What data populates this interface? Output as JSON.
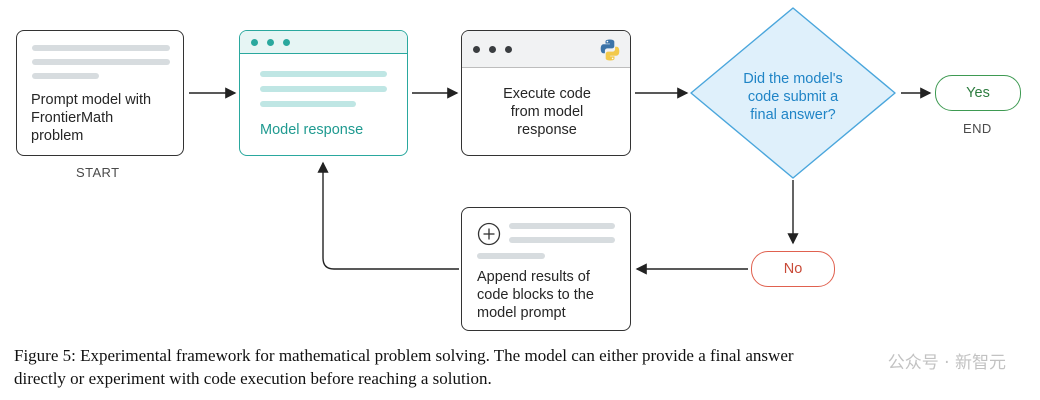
{
  "nodes": {
    "prompt": {
      "text_lines": [
        "Prompt model with",
        "FrontierMath",
        "problem"
      ]
    },
    "model_response": {
      "text": "Model response"
    },
    "execute": {
      "text_lines": [
        "Execute code",
        "from model",
        "response"
      ]
    },
    "decision": {
      "text_lines": [
        "Did the model's",
        "code submit a",
        "final answer?"
      ]
    },
    "yes": {
      "text": "Yes"
    },
    "no": {
      "text": "No"
    },
    "append": {
      "text_lines": [
        "Append results of",
        "code blocks to the",
        "model prompt"
      ]
    }
  },
  "labels": {
    "start": "START",
    "end": "END"
  },
  "caption": {
    "line1": "Figure 5: Experimental framework for mathematical problem solving. The model can either provide a final answer",
    "line2": "directly or experiment with code execution before reaching a solution."
  },
  "watermark": "公众号 · 新智元",
  "colors": {
    "teal": "#2aa89e",
    "decision_fill": "#dff0fb",
    "decision_border": "#4aa6dc",
    "decision_text": "#1f84c6",
    "yes_border": "#3e9a52",
    "no_border": "#e0614f",
    "python_blue": "#3b73a8",
    "python_yellow": "#f2c94c"
  },
  "icons": [
    "python-icon",
    "plus-circle-icon",
    "window-dots-icon"
  ]
}
